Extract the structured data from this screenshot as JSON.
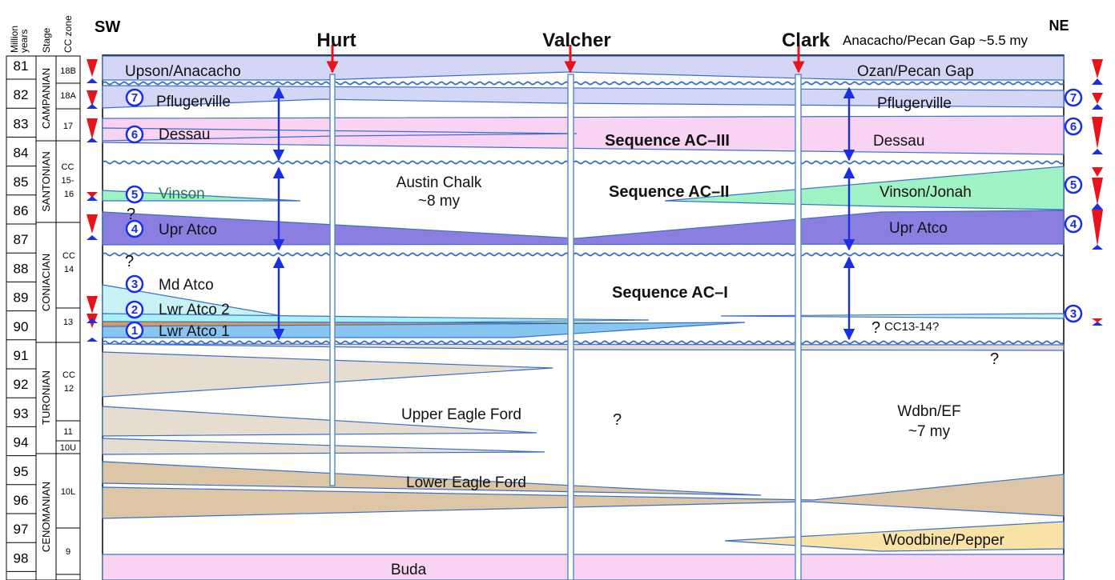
{
  "header": {
    "million_years": "Million years",
    "stage": "Stage",
    "cc_zone": "CC zone",
    "sw": "SW",
    "ne": "NE",
    "ne_note": "Anacacho/Pecan Gap ~5.5 my"
  },
  "wells": [
    "Hurt",
    "Valcher",
    "Clark"
  ],
  "ages": [
    "81",
    "82",
    "83",
    "84",
    "85",
    "86",
    "87",
    "88",
    "89",
    "90",
    "91",
    "92",
    "93",
    "94",
    "95",
    "96",
    "97",
    "98"
  ],
  "stages": [
    "CAMPANIAN",
    "SANTONIAN",
    "CONIACIAN",
    "TURONIAN",
    "CENOMANIAN"
  ],
  "zones": [
    "18B",
    "18A",
    "17",
    "CC 15-16",
    "CC 14",
    "13",
    "CC 12",
    "11",
    "10U",
    "10L",
    "9"
  ],
  "units": {
    "upson": "Upson/Anacacho",
    "ozan": "Ozan/Pecan Gap",
    "pflug_sw": "Pflugerville",
    "pflug_ne": "Pflugerville",
    "dessau_sw": "Dessau",
    "dessau_ne": "Dessau",
    "vinson": "Vinson",
    "vinson_ne": "Vinson/Jonah",
    "upr_atco_sw": "Upr Atco",
    "upr_atco_ne": "Upr Atco",
    "md_atco": "Md Atco",
    "lwr_atco2": "Lwr Atco 2",
    "lwr_atco1": "Lwr Atco 1",
    "austin": "Austin Chalk",
    "austin_age": "~8 my",
    "upper_ef": "Upper Eagle Ford",
    "lower_ef": "Lower Eagle Ford",
    "wdbn": "Wdbn/EF",
    "wdbn_age": "~7 my",
    "woodbine": "Woodbine/Pepper",
    "buda": "Buda",
    "cc13_14": "CC13-14?"
  },
  "sequences": [
    "Sequence AC–III",
    "Sequence AC–II",
    "Sequence AC–I"
  ],
  "markers": [
    "7",
    "6",
    "5",
    "4",
    "3",
    "2",
    "1"
  ],
  "question": "?",
  "colors": {
    "lavender": "#d3d6f5",
    "pink": "#f8d3f3",
    "green": "#9ef2c4",
    "purple": "#8a7fe0",
    "cyan": "#a9f0f7",
    "blue": "#88c6f2",
    "orange": "#d99a5b",
    "beige": "#e6ddd0",
    "tan": "#ddc6a6",
    "yellow": "#f8e2a6",
    "arrow_blue": "#1a2ee6",
    "arrow_red": "#e8141b"
  }
}
